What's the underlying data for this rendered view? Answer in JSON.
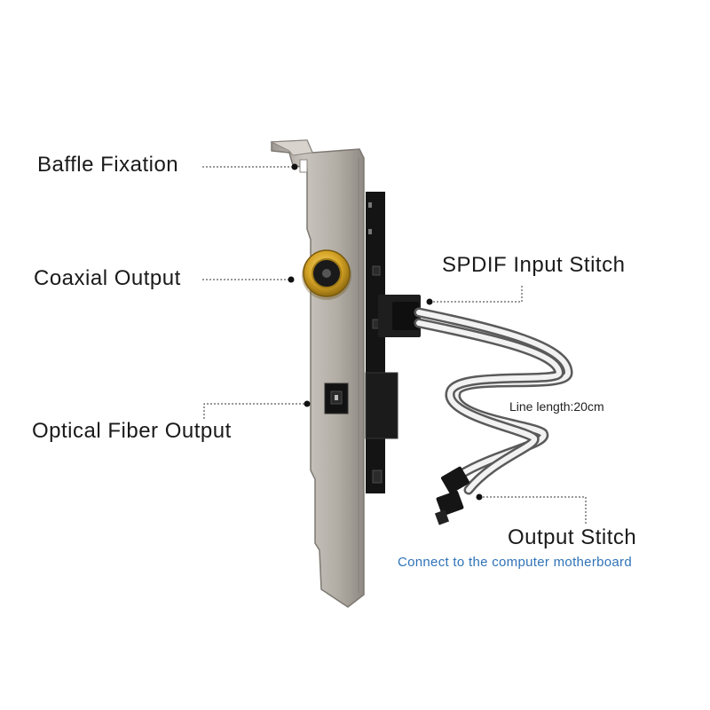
{
  "labels": {
    "baffle_fixation": "Baffle Fixation",
    "coaxial_output": "Coaxial Output",
    "optical_fiber_output": "Optical Fiber Output",
    "spdif_input_stitch": "SPDIF Input Stitch",
    "line_length": "Line length:20cm",
    "output_stitch": "Output Stitch",
    "motherboard_note": "Connect to the computer motherboard"
  },
  "colors": {
    "bracket_metal": "#b9b4ac",
    "pcb": "#141414",
    "rca_gold": "#d9a92a",
    "cable_gray": "#8c8c8c",
    "cable_white": "#f2f2f2",
    "callout_line": "#333333",
    "note_blue": "#2f73b8"
  }
}
